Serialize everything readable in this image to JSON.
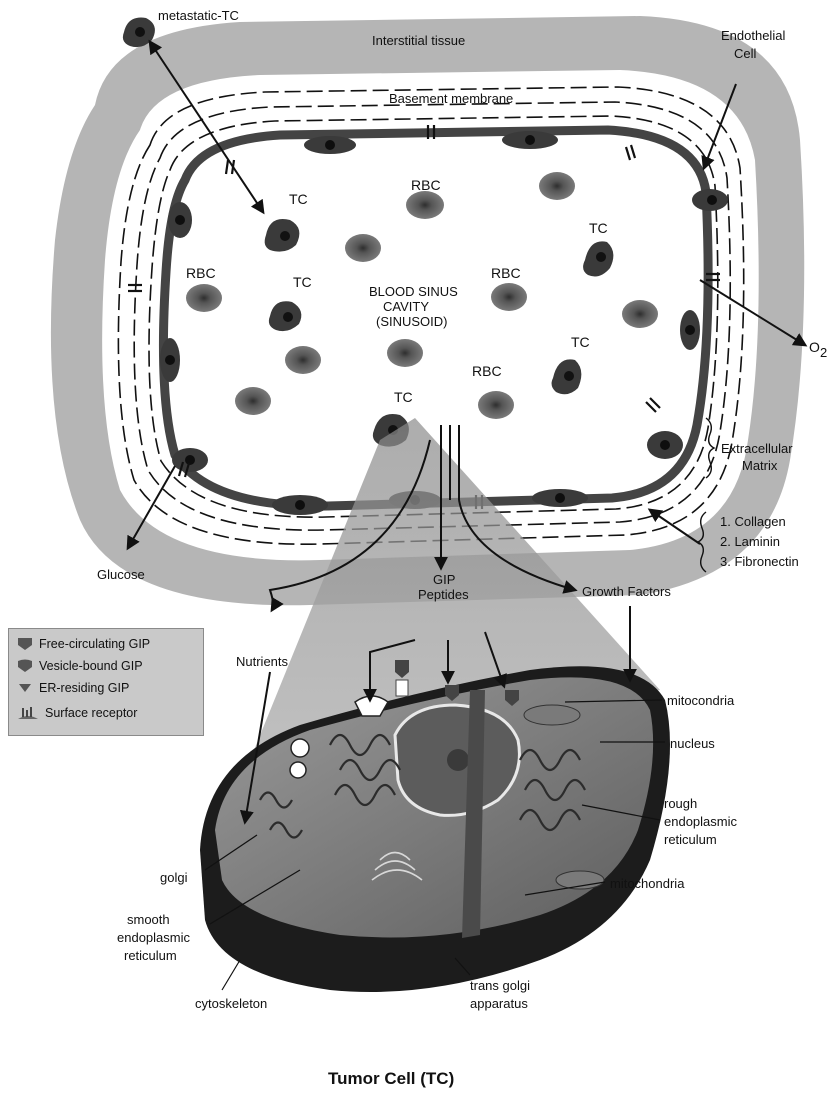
{
  "labels": {
    "metastatic_tc": "metastatic-TC",
    "interstitial": "Interstitial tissue",
    "basement": "Basement membrane",
    "endothelial_1": "Endothelial",
    "endothelial_2": "Cell",
    "sinus_1": "BLOOD SINUS",
    "sinus_2": "CAVITY",
    "sinus_3": "(SINUSOID)",
    "rbc": "RBC",
    "tc": "TC",
    "o2": "O",
    "o2_sub": "2",
    "ecm_1": "Extracellular",
    "ecm_2": "Matrix",
    "ecm_item1": "1.  Collagen",
    "ecm_item2": "2.  Laminin",
    "ecm_item3": "3.  Fibronectin",
    "glucose": "Glucose",
    "gip_1": "GIP",
    "gip_2": "Peptides",
    "growth": "Growth Factors",
    "nutrients": "Nutrients",
    "mitocondria": "mitocondria",
    "nucleus": "nucleus",
    "rough_1": "rough",
    "rough_2": "endoplasmic",
    "rough_3": "reticulum",
    "golgi": "golgi",
    "smooth_1": "smooth",
    "smooth_2": "endoplasmic",
    "smooth_3": "reticulum",
    "mitochondria": "mitochondria",
    "trans_1": "trans golgi",
    "trans_2": "apparatus",
    "cytoskeleton": "cytoskeleton",
    "title": "Tumor Cell (TC)"
  },
  "legend": {
    "items": [
      {
        "label": "Free-circulating GIP",
        "icon": "pentagon-icon"
      },
      {
        "label": "Vesicle-bound GIP",
        "icon": "vesicle-icon"
      },
      {
        "label": "ER-residing GIP",
        "icon": "triangle-icon"
      },
      {
        "label": "Surface receptor",
        "icon": "receptor-icon"
      }
    ]
  },
  "colors": {
    "tissue": "#b5b5b5",
    "wall": "#4a4a4a",
    "cell_dark": "#2a2a2a",
    "rbc": "#6e6e6e"
  }
}
